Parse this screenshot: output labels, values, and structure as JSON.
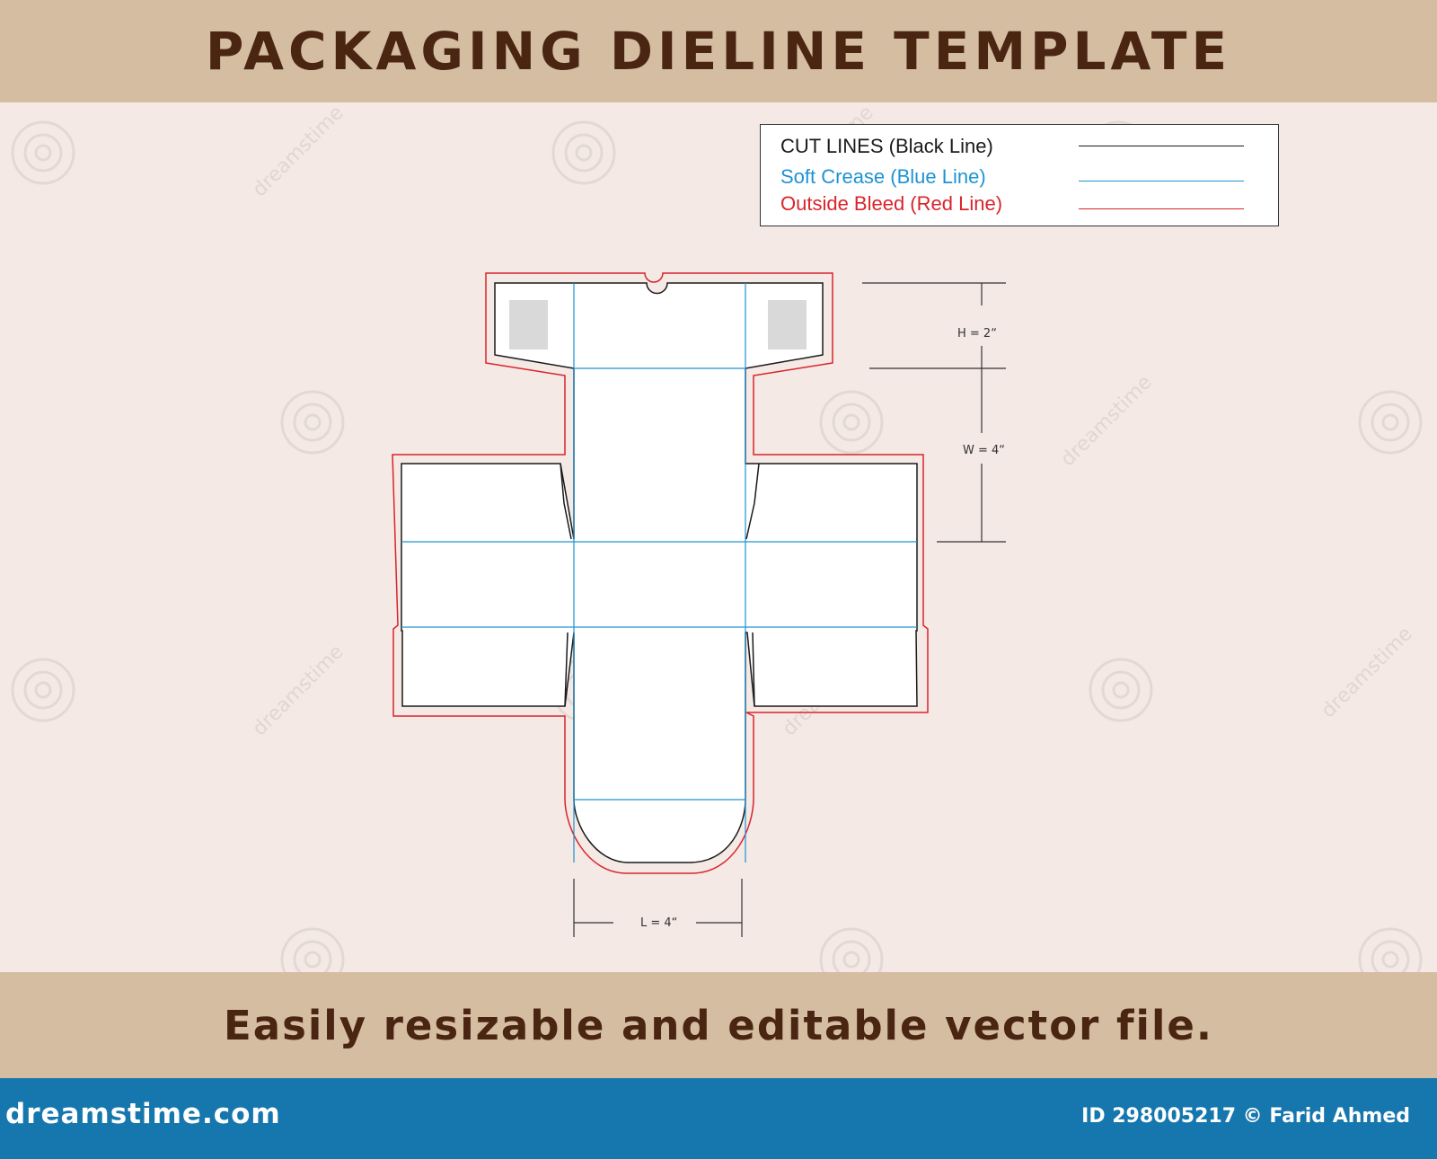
{
  "header": {
    "title": "PACKAGING DIELINE TEMPLATE"
  },
  "legend": {
    "cut_lines": "CUT LINES (Black Line)",
    "soft_crease": "Soft Crease (Blue Line)",
    "outside_bleed": "Outside Bleed (Red Line)"
  },
  "dimensions": {
    "height": "H = 2“",
    "width": "W = 4“",
    "length": "L = 4“"
  },
  "tagline": "Easily resizable and editable vector file.",
  "footer": {
    "site": "dreamstime.com",
    "credit": "ID 298005217 © Farid Ahmed"
  },
  "watermark": "dreamstime",
  "colors": {
    "cut": "#1a1a1a",
    "crease": "#1e93d3",
    "bleed": "#d9242b",
    "banner": "#d5bda2",
    "footer": "#1577ad"
  }
}
